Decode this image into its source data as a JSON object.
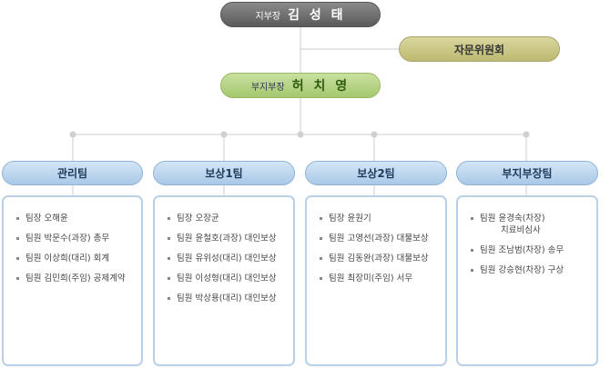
{
  "head": {
    "role": "지부장",
    "name": "김 성 태"
  },
  "advisory": {
    "label": "자문위원회"
  },
  "vice": {
    "role": "부지부장",
    "name": "허 치 영"
  },
  "teams": [
    {
      "name": "관리팀",
      "members": [
        "팀장 오해윤",
        "팀원 박문수(과장) 총무",
        "팀원 이상희(대리) 회계",
        "팀원 김민희(주임) 공제계약"
      ]
    },
    {
      "name": "보상1팀",
      "members": [
        "팀장 오장균",
        "팀원 윤철호(과장) 대인보상",
        "팀원 유위성(대리) 대인보상",
        "팀원 이성형(대리) 대인보상",
        "팀원 박상용(대리) 대인보상"
      ]
    },
    {
      "name": "보상2팀",
      "members": [
        "팀장 윤원기",
        "팀원 고영선(과장) 대물보상",
        "팀원 김동완(과장) 대물보상",
        "팀원 최장미(주임) 서무"
      ]
    },
    {
      "name": "부지부장팀",
      "members": [
        "팀원 윤경숙(차장)",
        "팀원 조남범(차장) 송무",
        "팀원 강승현(차장) 구상"
      ],
      "member0_line2": "치료비심사"
    }
  ],
  "colors": {
    "connector": "#cccccc",
    "node": "#d0d0d0",
    "box_border": "#b9d0e8"
  }
}
